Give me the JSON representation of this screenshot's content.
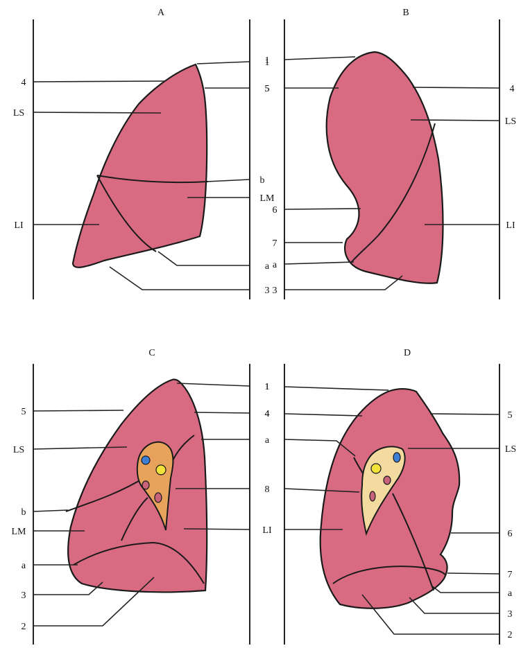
{
  "panels": {
    "A": {
      "title": "A",
      "labels": {
        "l1": "1",
        "l5": "5",
        "l4": "4",
        "lLS": "LS",
        "lb": "b",
        "lLM": "LM",
        "lLI": "LI",
        "la": "a",
        "l3": "3"
      }
    },
    "B": {
      "title": "B",
      "labels": {
        "l1": "1",
        "l5": "5",
        "l4": "4",
        "lLS": "LS",
        "l6": "6",
        "l7": "7",
        "la": "a",
        "l3": "3",
        "lLI": "LI"
      }
    },
    "C": {
      "title": "C",
      "labels": {
        "l1": "1",
        "l4": "4",
        "la_top": "a",
        "l5": "5",
        "lLS": "LS",
        "l8": "8",
        "lb": "b",
        "lLM": "LM",
        "la_bot": "a",
        "l3": "3",
        "l2": "2"
      }
    },
    "D": {
      "title": "D",
      "labels": {
        "l1": "1",
        "l4": "4",
        "la_top": "a",
        "l8": "8",
        "lLI": "LI",
        "l5": "5",
        "lLS": "LS",
        "l6": "6",
        "l7": "7",
        "la": "a",
        "l3": "3",
        "l2": "2"
      }
    }
  },
  "colors": {
    "lung": "#d86a82",
    "hilum_left": "#e7a25c",
    "hilum_right": "#f3dba0",
    "bronchus_yellow": "#f2e23a",
    "artery_blue": "#3e7fd6",
    "vein_pink": "#c8627a"
  }
}
